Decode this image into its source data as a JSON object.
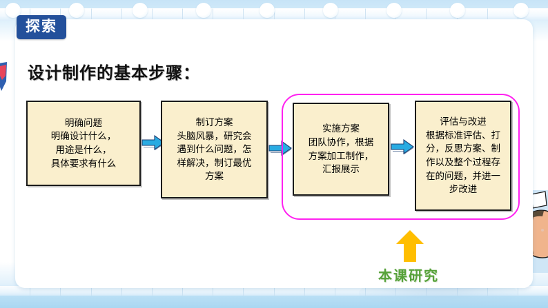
{
  "slide": {
    "badge_label": "探索",
    "heading": "设计制作的基本步骤："
  },
  "flow": {
    "nodes": [
      {
        "id": "node-1",
        "title": "明确问题",
        "text": "明确问题\n明确设计什么，\n用途是什么，\n具体要求有什么"
      },
      {
        "id": "node-2",
        "title": "制订方案",
        "text": "制订方案\n头脑风暴，研究会\n遇到什么问题，怎\n样解决，制订最优\n方案"
      },
      {
        "id": "node-3",
        "title": "实施方案",
        "text": "实施方案\n团队协作，根据\n方案加工制作，\n汇报展示"
      },
      {
        "id": "node-4",
        "title": "评估与改进",
        "text": "评估与改进\n根据标准评估、打\n分，反思方案、制\n作以及整个过程存\n在的问题，并进一\n步改进"
      }
    ],
    "connector_icon": "right-arrow-icon",
    "connector_count": 3,
    "highlight": {
      "icon": "highlight-ring",
      "covers": [
        "node-3",
        "node-4"
      ]
    }
  },
  "callout": {
    "icon": "up-arrow-icon",
    "label": "本课研究"
  },
  "colors": {
    "badge_bg": "#23509b",
    "node_fill": "#faefcd",
    "node_border": "#1a1a1a",
    "connector_arrow": "#29abe2",
    "highlight_ring": "#ff21f0",
    "callout_arrow": "#ffbe00",
    "callout_text": "#57a23a",
    "panel_bg": "#ffffff",
    "backdrop": "#c7e4f7"
  },
  "decor": {
    "top_rail_dots": 9,
    "ruler_segments": 18
  }
}
